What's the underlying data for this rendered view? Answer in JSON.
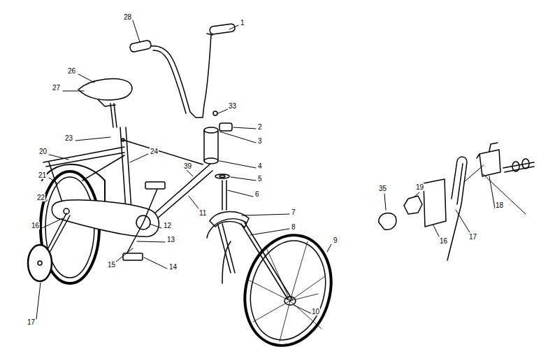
{
  "diagram": {
    "labels": [
      "28",
      "1",
      "26",
      "27",
      "33",
      "2",
      "3",
      "23",
      "20",
      "24",
      "4",
      "39",
      "5",
      "21",
      "22",
      "6",
      "7",
      "8",
      "11",
      "16",
      "12",
      "13",
      "9",
      "15",
      "14",
      "17",
      "10",
      "35",
      "19",
      "16",
      "17",
      "18"
    ]
  }
}
